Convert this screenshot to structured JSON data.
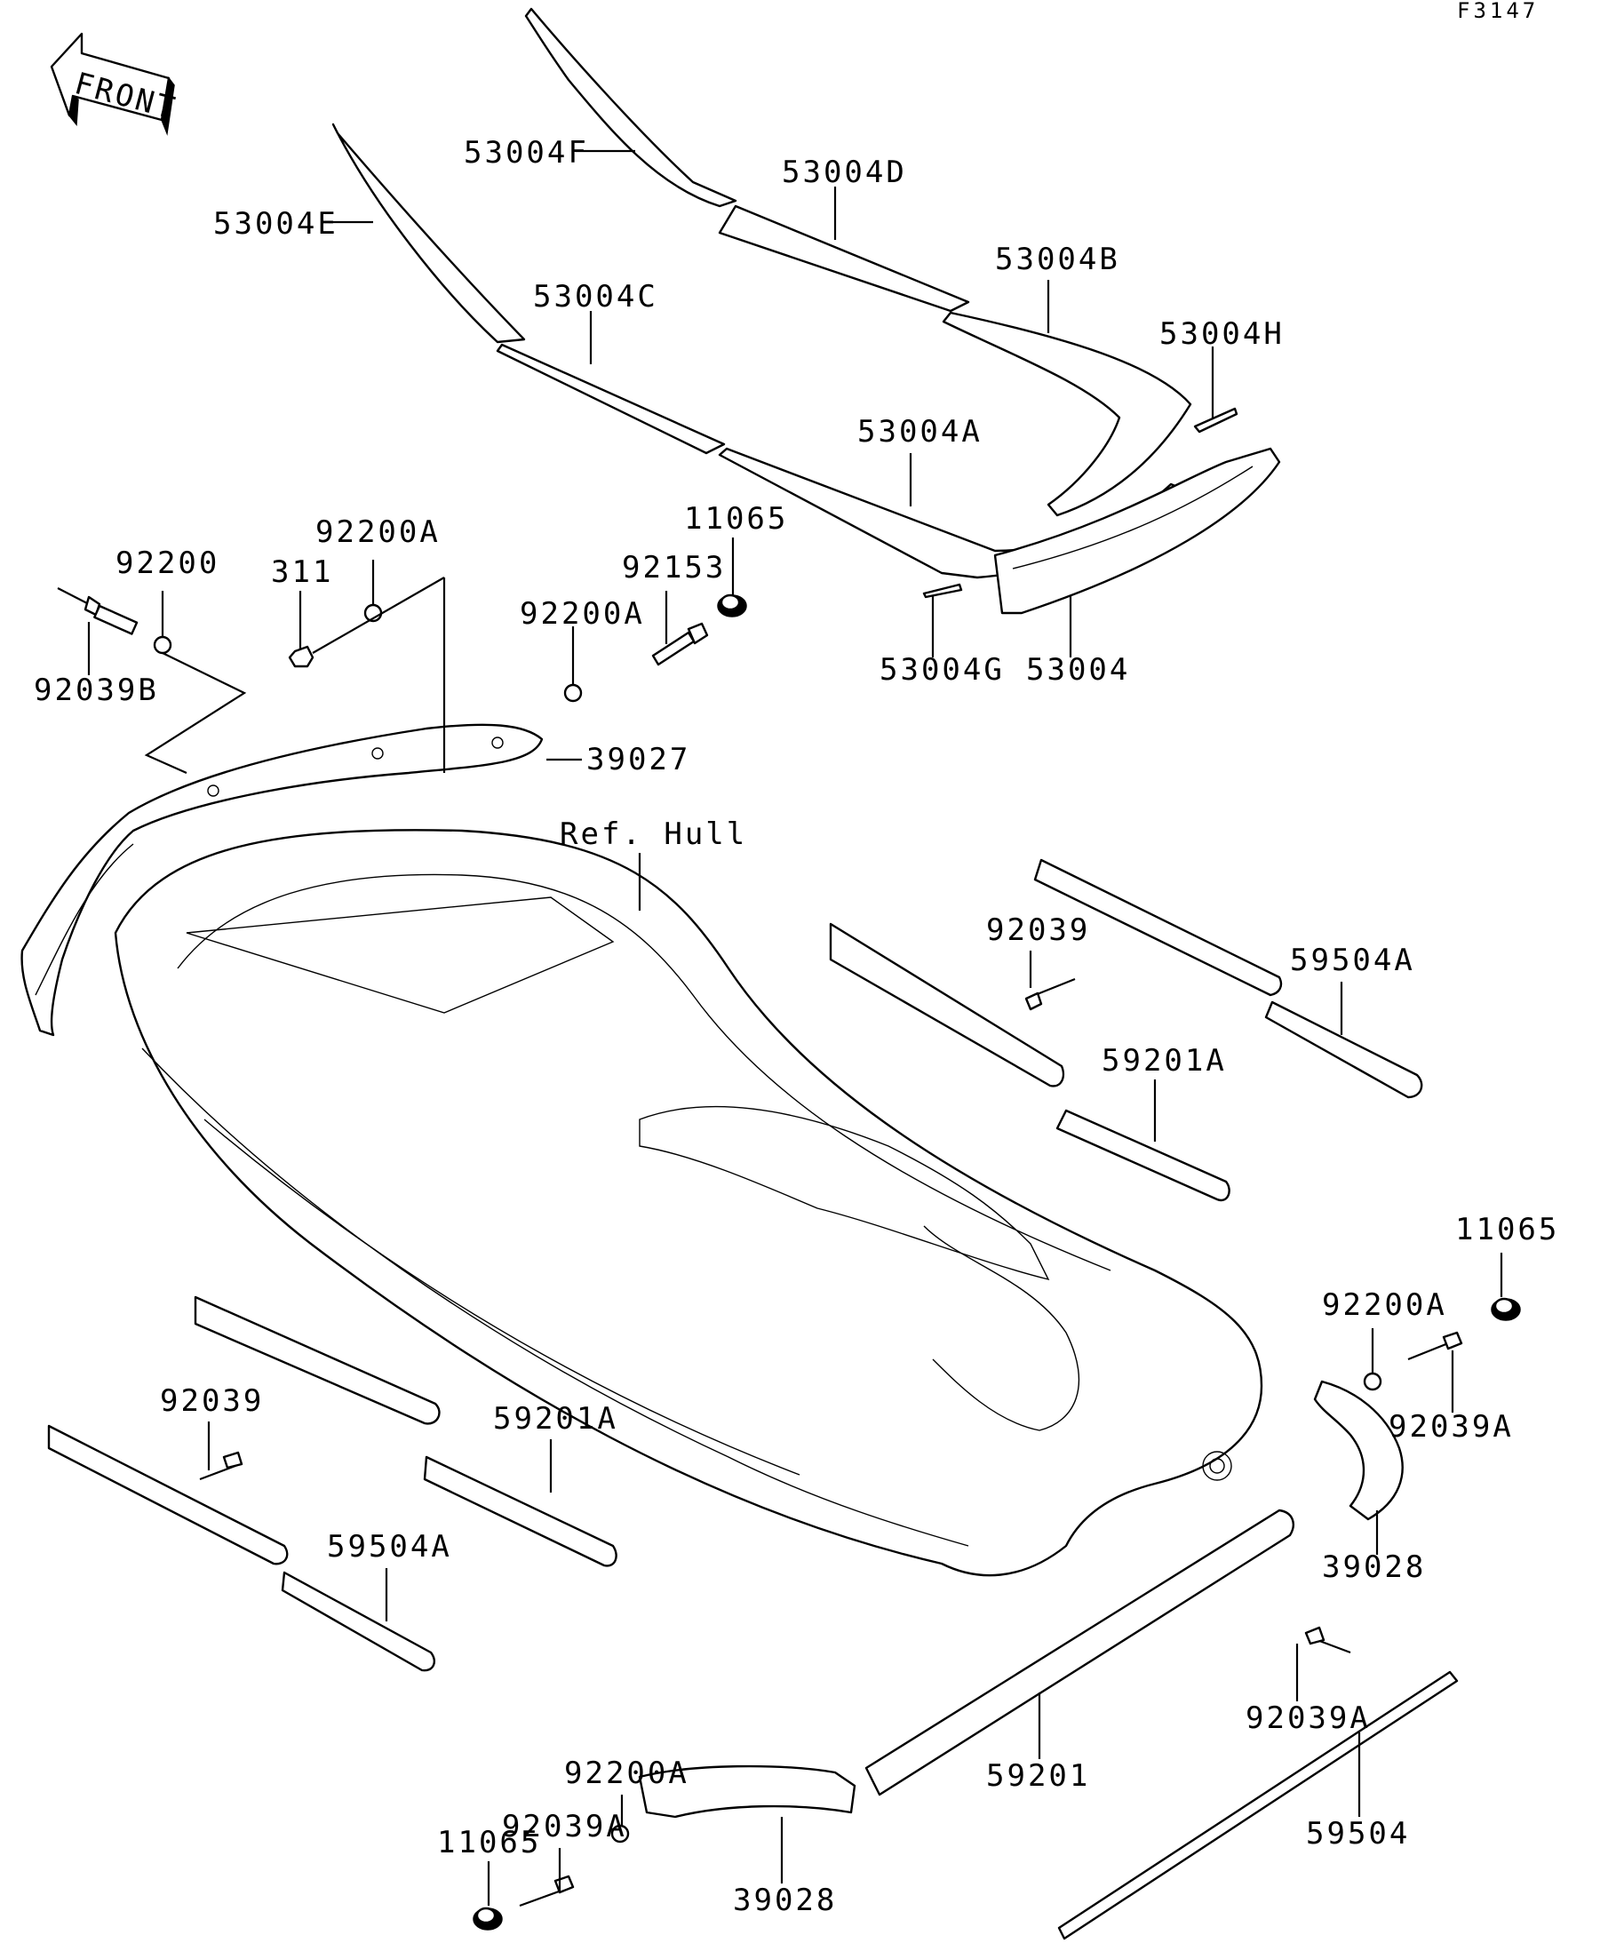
{
  "figure_code": "F3147",
  "front_arrow": {
    "text": "FRONT",
    "icon": "front-direction-arrow-icon"
  },
  "reference_label": "Ref. Hull",
  "callouts": {
    "c53004F": "53004F",
    "c53004E": "53004E",
    "c53004D": "53004D",
    "c53004B": "53004B",
    "c53004C": "53004C",
    "c53004H": "53004H",
    "c53004A": "53004A",
    "c53004G": "53004G",
    "c53004": "53004",
    "c11065_top": "11065",
    "c92153": "92153",
    "c92200A_top": "92200A",
    "c92200A_mid": "92200A",
    "c311": "311",
    "c92200": "92200",
    "c92039B": "92039B",
    "c39027": "39027",
    "c92039_r": "92039",
    "c59504A_r": "59504A",
    "c59201A_r": "59201A",
    "c11065_r": "11065",
    "c92200A_r": "92200A",
    "c92039A_r": "92039A",
    "c39028_r": "39028",
    "c92039_l": "92039",
    "c59201A_l": "59201A",
    "c59504A_l": "59504A",
    "c92039A_low": "92039A",
    "c59201": "59201",
    "c59504": "59504",
    "c92200A_bot": "92200A",
    "c92039A_bot": "92039A",
    "c11065_bot": "11065",
    "c39028_bot": "39028"
  }
}
